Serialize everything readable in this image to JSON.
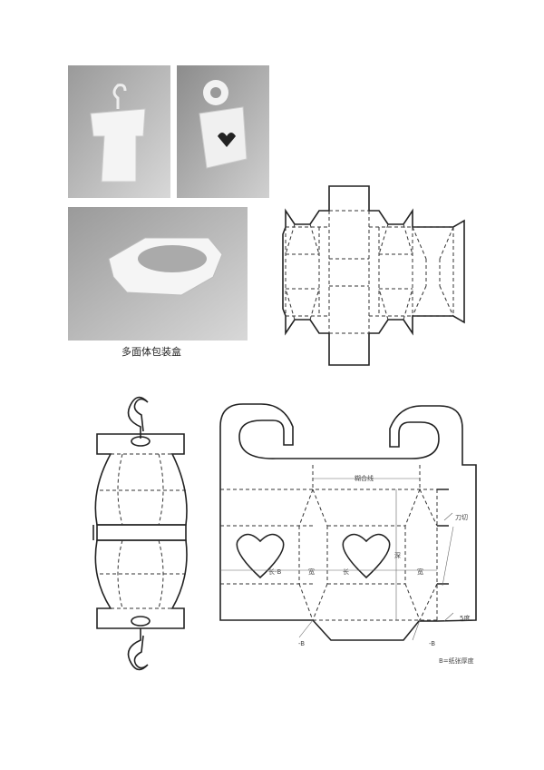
{
  "caption": "多面体包装盒",
  "diagram_labels": {
    "glue_line": "糊合线",
    "knife_cut": "刀切",
    "depth": "深",
    "length_minus_b": "长-B",
    "width_1": "宽",
    "length": "长",
    "width_2": "宽",
    "angle": "5度",
    "minus_b_left": "-B",
    "minus_b_right": "-B",
    "legend": "B=纸张厚度"
  }
}
